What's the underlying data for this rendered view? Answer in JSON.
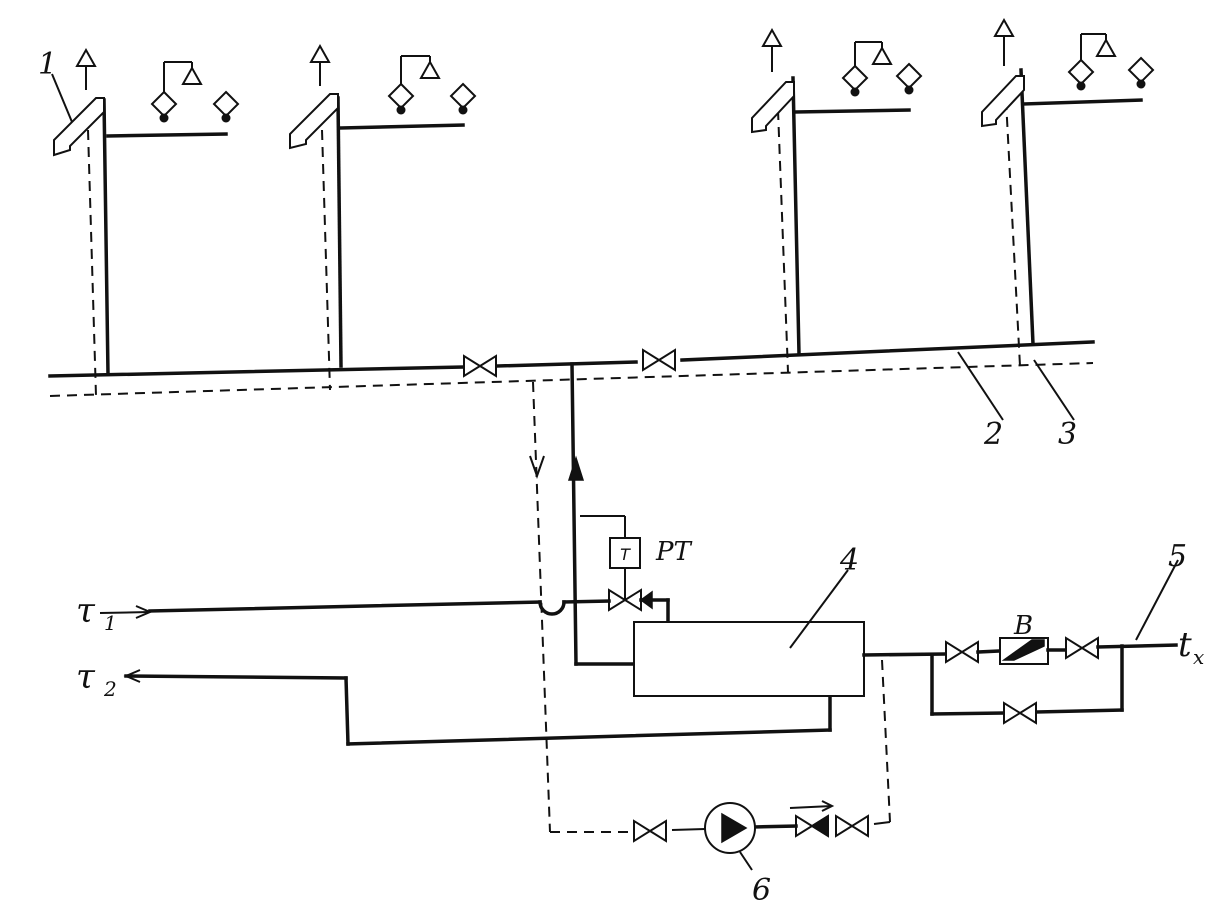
{
  "labels": {
    "riser": "1",
    "supply_main": "2",
    "recirc_main": "3",
    "heater": "4",
    "cold_inlet": "5",
    "pump": "6",
    "regulator": "PT",
    "regulator_mark": "T",
    "meter": "B",
    "tau1_main": "τ",
    "tau1_sub": "1",
    "tau2_main": "τ",
    "tau2_sub": "2",
    "tx_main": "t",
    "tx_sub": "x"
  }
}
